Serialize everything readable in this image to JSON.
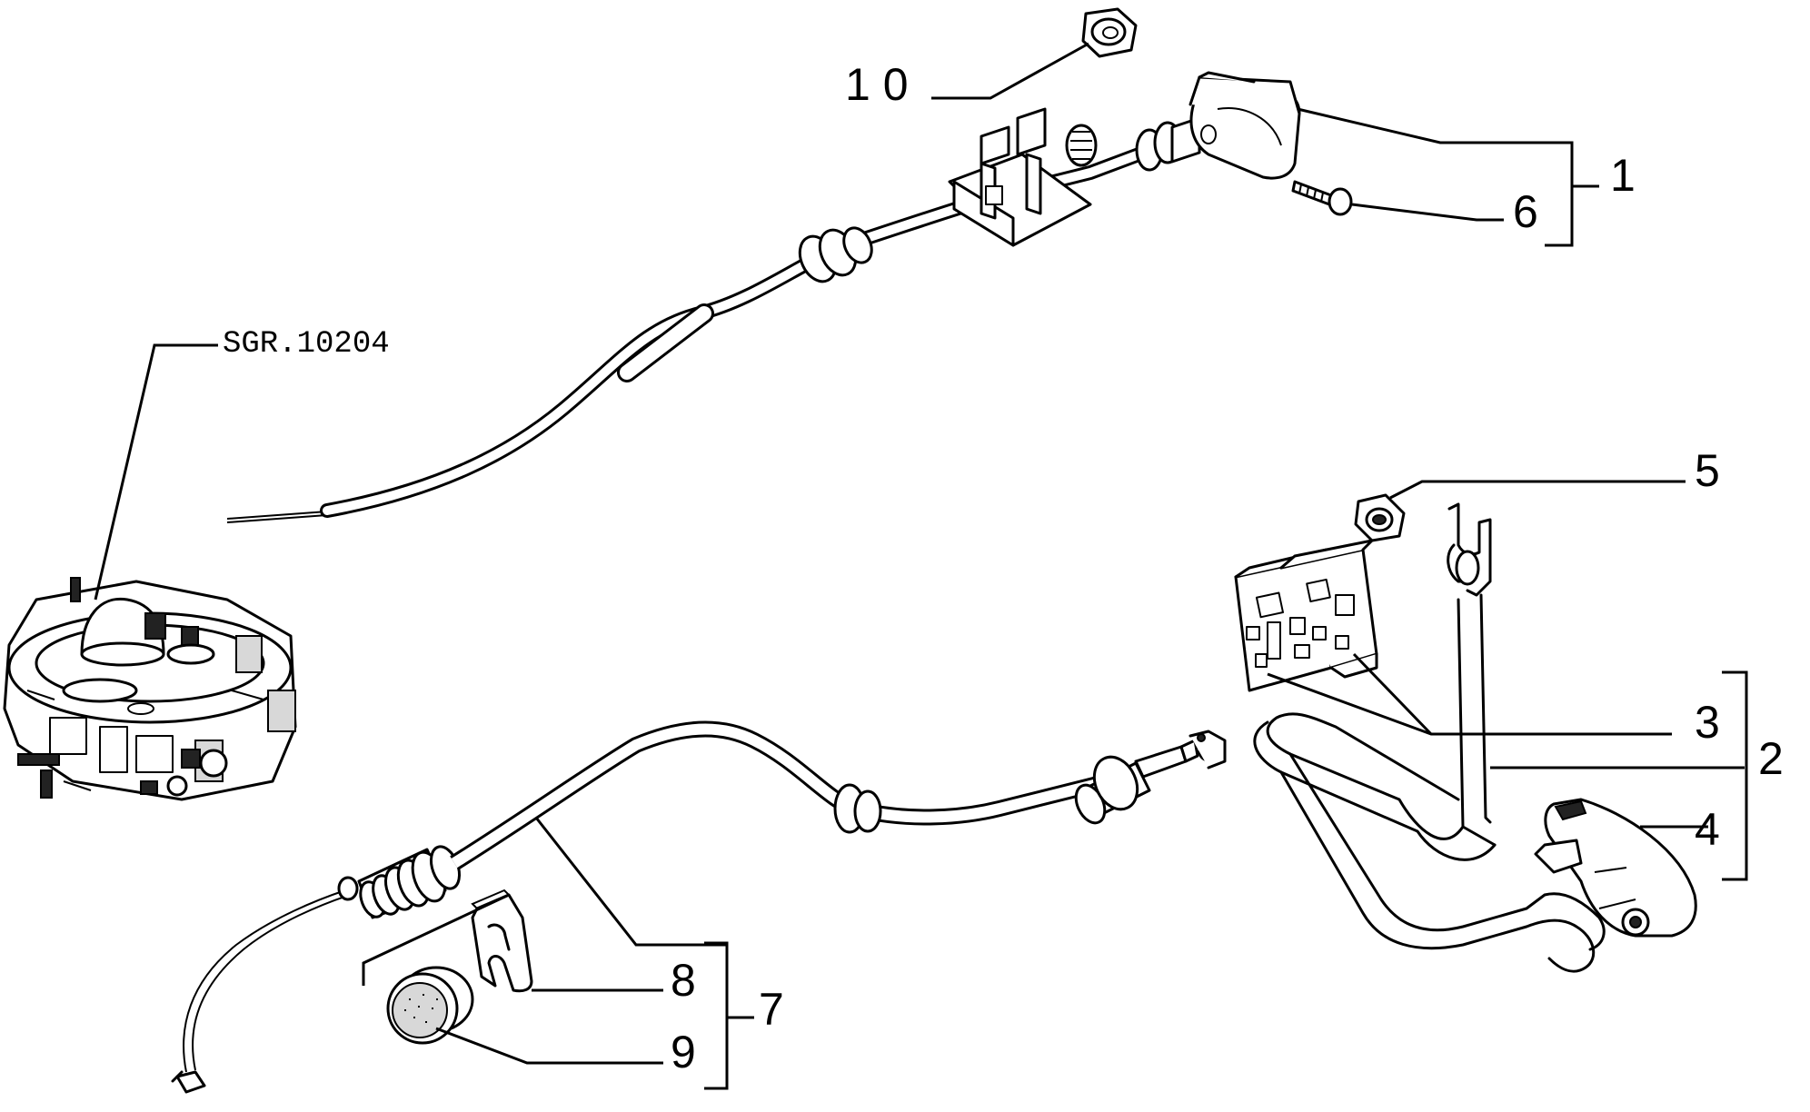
{
  "reference": "SGR.10204",
  "callouts": {
    "c1": "1",
    "c2": "2",
    "c3": "3",
    "c4": "4",
    "c5": "5",
    "c6": "6",
    "c7": "7",
    "c8": "8",
    "c9": "9",
    "c10": "1 0"
  }
}
